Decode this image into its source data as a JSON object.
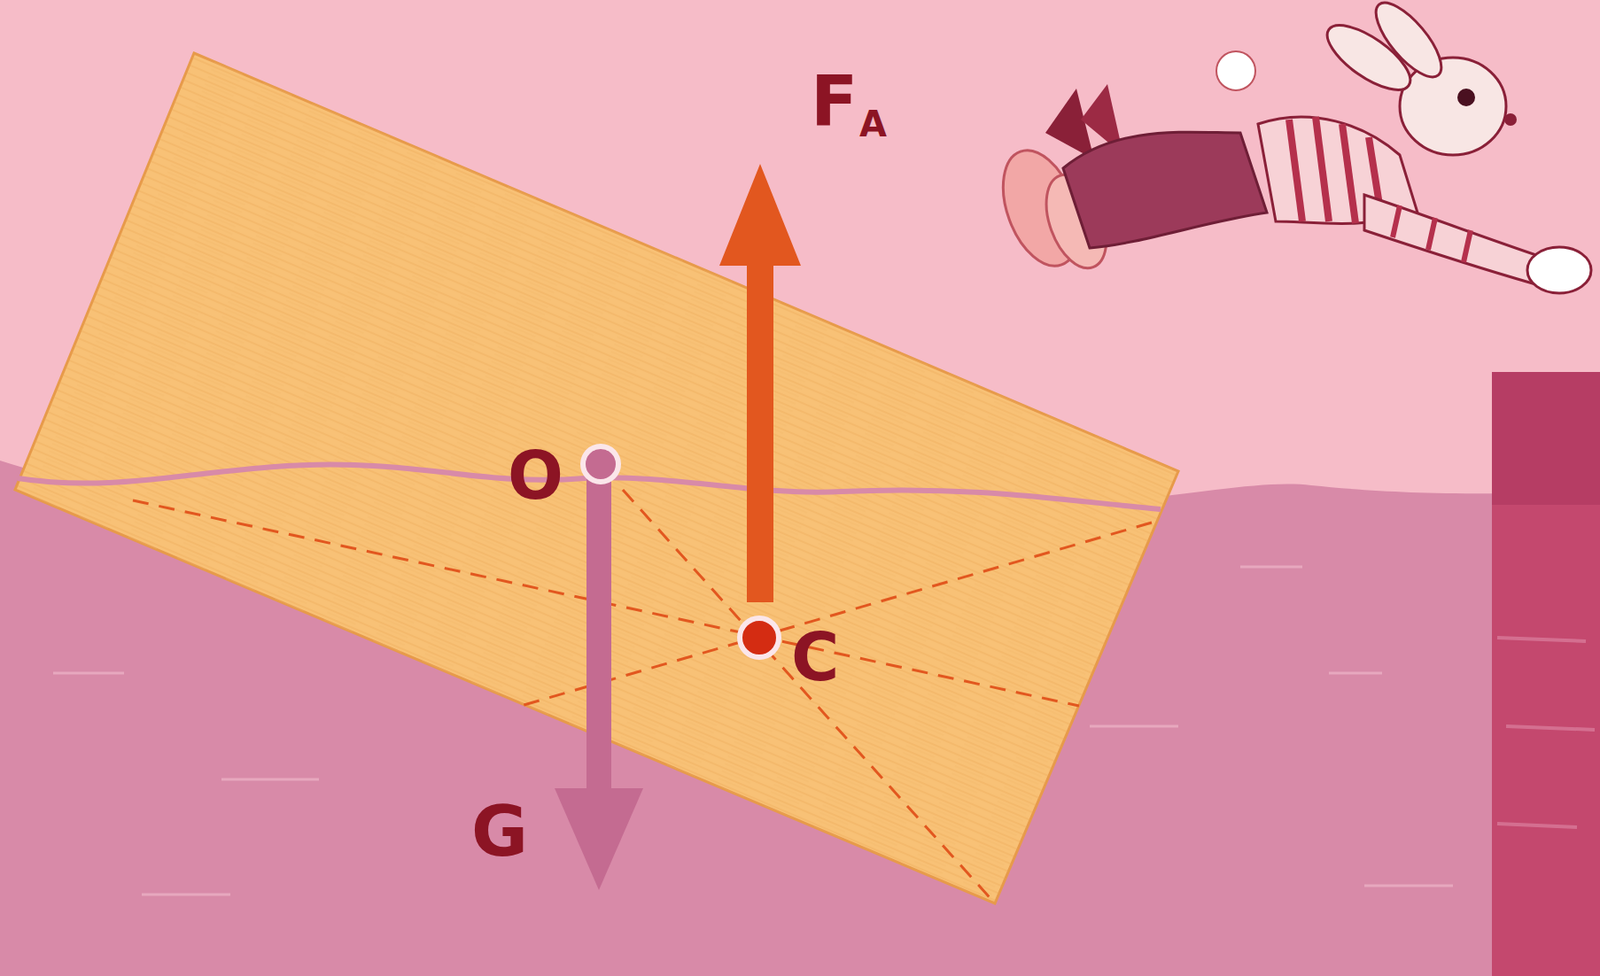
{
  "diagram": {
    "labels": [
      "F",
      "A",
      "O",
      "C",
      "G"
    ]
  }
}
